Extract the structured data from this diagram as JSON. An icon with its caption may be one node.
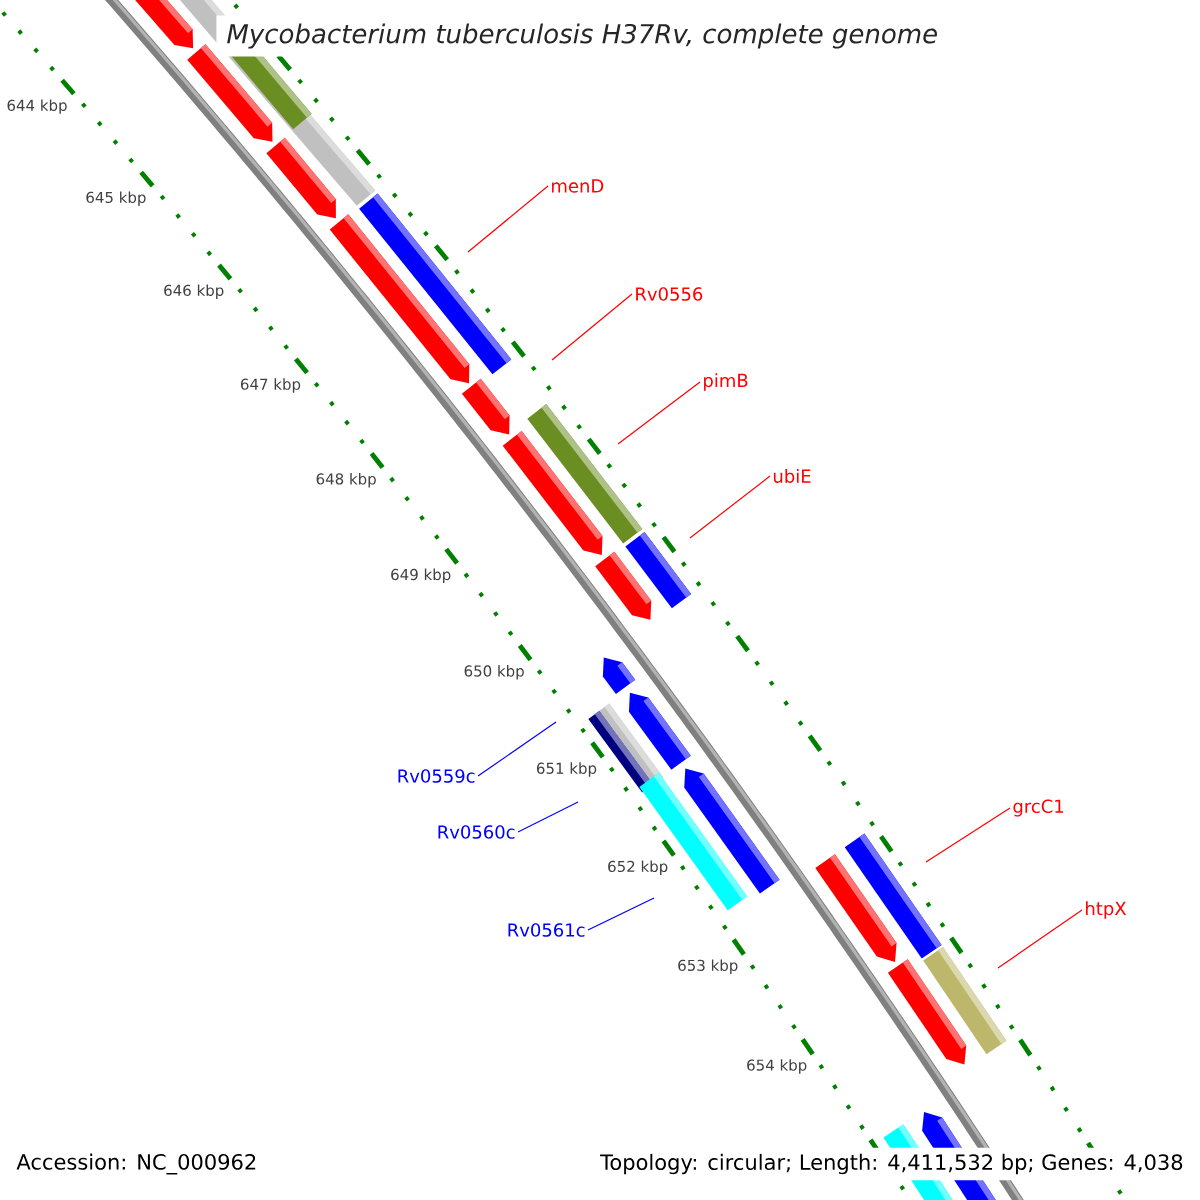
{
  "diagram": {
    "title": "Mycobacterium tuberculosis H37Rv, complete genome",
    "nodes": [
      {
        "text": [
          "menD"
        ]
      },
      {
        "text": [
          "Rv0556"
        ]
      },
      {
        "text": [
          "pimB"
        ]
      },
      {
        "text": [
          "ubiE"
        ]
      },
      {
        "text": [
          "grcC1"
        ]
      },
      {
        "text": [
          "htpX"
        ]
      },
      {
        "text": [
          "Rv0559c"
        ]
      },
      {
        "text": [
          "Rv0560c"
        ]
      },
      {
        "text": [
          "Rv0561c"
        ]
      }
    ],
    "edges": [
      {
        "from": 0,
        "to": null,
        "arrow": "none"
      },
      {
        "from": 1,
        "to": null,
        "arrow": "none"
      },
      {
        "from": 2,
        "to": null,
        "arrow": "none"
      },
      {
        "from": 3,
        "to": null,
        "arrow": "none"
      },
      {
        "from": 4,
        "to": null,
        "arrow": "none"
      },
      {
        "from": 5,
        "to": null,
        "arrow": "none"
      },
      {
        "from": 6,
        "to": null,
        "arrow": "none",
        "color": "#0000ff"
      },
      {
        "from": 7,
        "to": null,
        "arrow": "none",
        "color": "#0000ff"
      },
      {
        "from": 8,
        "to": null,
        "arrow": "none",
        "color": "#0000ff"
      }
    ],
    "labels": [
      "644 kbp",
      "645 kbp",
      "646 kbp",
      "647 kbp",
      "648 kbp",
      "649 kbp",
      "650 kbp",
      "651 kbp",
      "652 kbp",
      "653 kbp",
      "654 kbp",
      "Accession: NC_000962",
      "Topology: circular; Length: 4,411,532 bp; Genes: 4,038"
    ]
  }
}
